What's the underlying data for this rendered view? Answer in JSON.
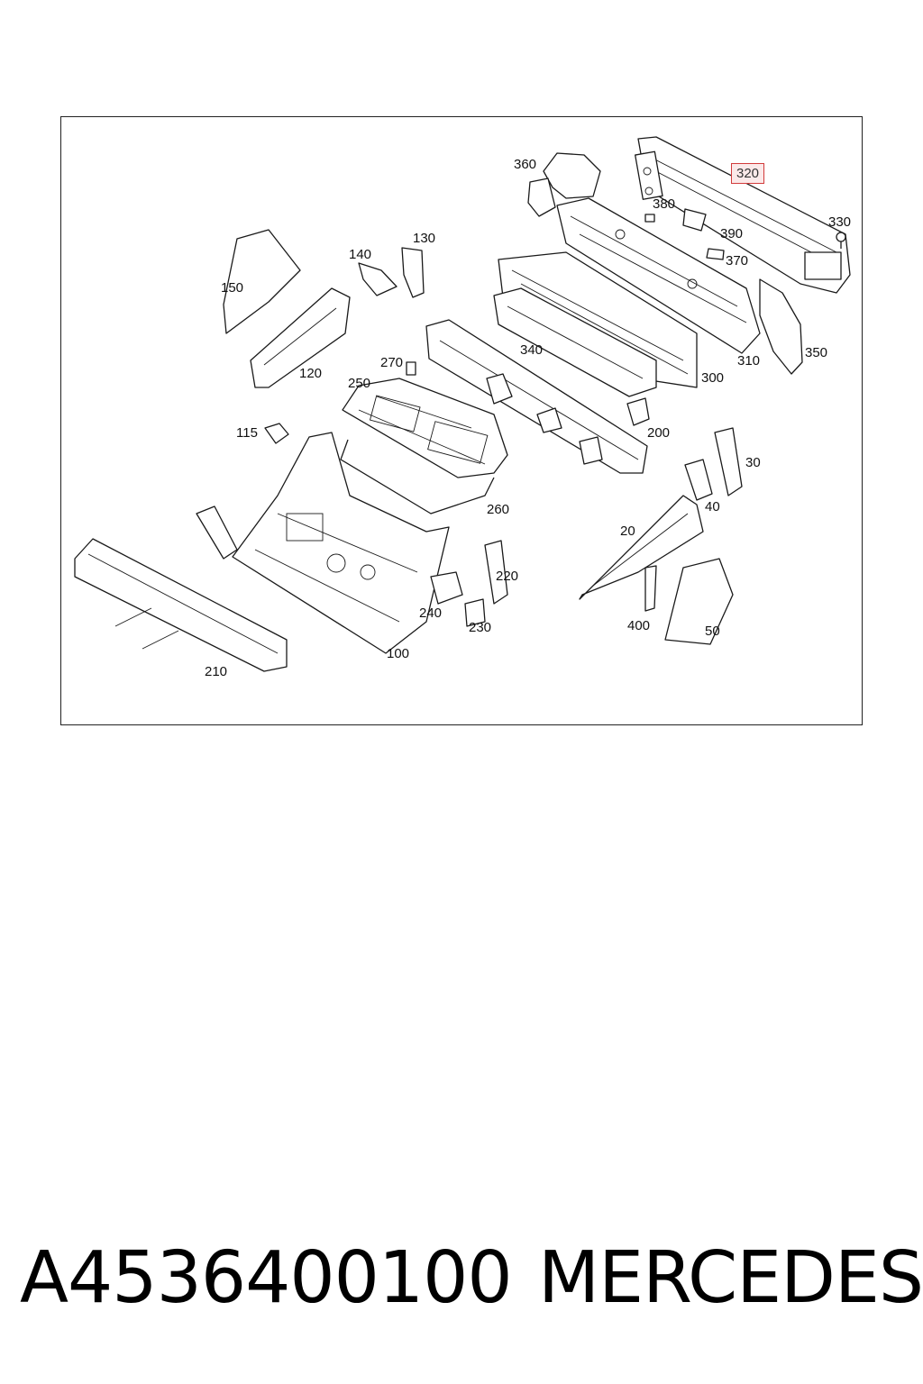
{
  "diagram": {
    "callouts": [
      {
        "id": "360",
        "label": "360"
      },
      {
        "id": "320",
        "label": "320",
        "highlighted": true
      },
      {
        "id": "380",
        "label": "380"
      },
      {
        "id": "330",
        "label": "330"
      },
      {
        "id": "390",
        "label": "390"
      },
      {
        "id": "370",
        "label": "370"
      },
      {
        "id": "130",
        "label": "130"
      },
      {
        "id": "140",
        "label": "140"
      },
      {
        "id": "150",
        "label": "150"
      },
      {
        "id": "120",
        "label": "120"
      },
      {
        "id": "270",
        "label": "270"
      },
      {
        "id": "250",
        "label": "250"
      },
      {
        "id": "340",
        "label": "340"
      },
      {
        "id": "310",
        "label": "310"
      },
      {
        "id": "350",
        "label": "350"
      },
      {
        "id": "300",
        "label": "300"
      },
      {
        "id": "200",
        "label": "200"
      },
      {
        "id": "115",
        "label": "115"
      },
      {
        "id": "30",
        "label": "30"
      },
      {
        "id": "40",
        "label": "40"
      },
      {
        "id": "260",
        "label": "260"
      },
      {
        "id": "20",
        "label": "20"
      },
      {
        "id": "220",
        "label": "220"
      },
      {
        "id": "240",
        "label": "240"
      },
      {
        "id": "230",
        "label": "230"
      },
      {
        "id": "400",
        "label": "400"
      },
      {
        "id": "50",
        "label": "50"
      },
      {
        "id": "100",
        "label": "100"
      },
      {
        "id": "210",
        "label": "210"
      }
    ],
    "highlight_color": "#d23b3b"
  },
  "caption": {
    "part_number": "A4536400100",
    "brand": "MERCEDES"
  }
}
